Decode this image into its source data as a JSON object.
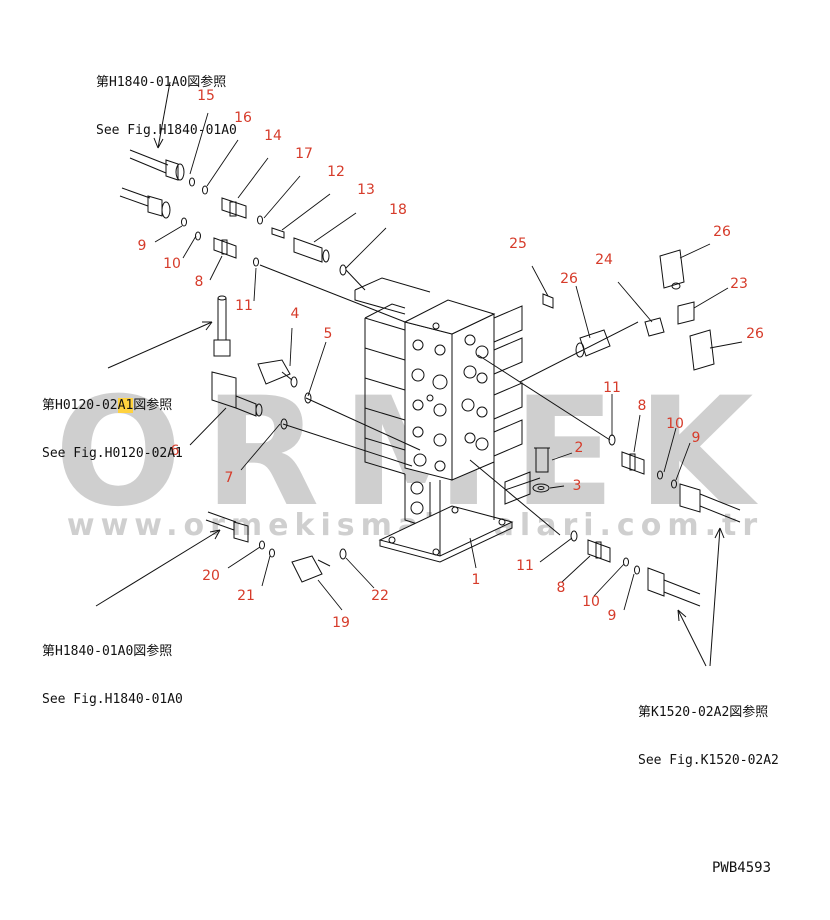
{
  "watermark": {
    "brand": "ORMEK",
    "url": "www.ormekismakinalari.com.tr"
  },
  "drawing_id": "PWB4593",
  "references": {
    "top_left": {
      "jp": "第H1840-01A0図参照",
      "en": "See Fig.H1840-01A0"
    },
    "mid_left": {
      "jp_a": "第H0120-02",
      "jp_b": "A1",
      "jp_c": "図参照",
      "en": "See Fig.H0120-02A1"
    },
    "bottom_left": {
      "jp": "第H1840-01A0図参照",
      "en": "See Fig.H1840-01A0"
    },
    "bottom_right": {
      "jp": "第K1520-02A2図参照",
      "en": "See Fig.K1520-02A2"
    }
  },
  "callouts": [
    {
      "id": "c15",
      "label": "15"
    },
    {
      "id": "c16",
      "label": "16"
    },
    {
      "id": "c14",
      "label": "14"
    },
    {
      "id": "c17",
      "label": "17"
    },
    {
      "id": "c12",
      "label": "12"
    },
    {
      "id": "c13",
      "label": "13"
    },
    {
      "id": "c18",
      "label": "18"
    },
    {
      "id": "c9a",
      "label": "9"
    },
    {
      "id": "c10a",
      "label": "10"
    },
    {
      "id": "c8a",
      "label": "8"
    },
    {
      "id": "c11a",
      "label": "11"
    },
    {
      "id": "c4",
      "label": "4"
    },
    {
      "id": "c5",
      "label": "5"
    },
    {
      "id": "c6",
      "label": "6"
    },
    {
      "id": "c7",
      "label": "7"
    },
    {
      "id": "c25",
      "label": "25"
    },
    {
      "id": "c26a",
      "label": "26"
    },
    {
      "id": "c24",
      "label": "24"
    },
    {
      "id": "c26b",
      "label": "26"
    },
    {
      "id": "c23",
      "label": "23"
    },
    {
      "id": "c26c",
      "label": "26"
    },
    {
      "id": "c11b",
      "label": "11"
    },
    {
      "id": "c8b",
      "label": "8"
    },
    {
      "id": "c10b",
      "label": "10"
    },
    {
      "id": "c9b",
      "label": "9"
    },
    {
      "id": "c2",
      "label": "2"
    },
    {
      "id": "c3",
      "label": "3"
    },
    {
      "id": "c1",
      "label": "1"
    },
    {
      "id": "c11c",
      "label": "11"
    },
    {
      "id": "c8c",
      "label": "8"
    },
    {
      "id": "c10c",
      "label": "10"
    },
    {
      "id": "c9c",
      "label": "9"
    },
    {
      "id": "c20",
      "label": "20"
    },
    {
      "id": "c21",
      "label": "21"
    },
    {
      "id": "c19",
      "label": "19"
    },
    {
      "id": "c22",
      "label": "22"
    }
  ],
  "colors": {
    "callout": "#d63b2a",
    "line": "#111111",
    "watermark": "#8c8c8c",
    "highlight": "#ffd23f"
  }
}
